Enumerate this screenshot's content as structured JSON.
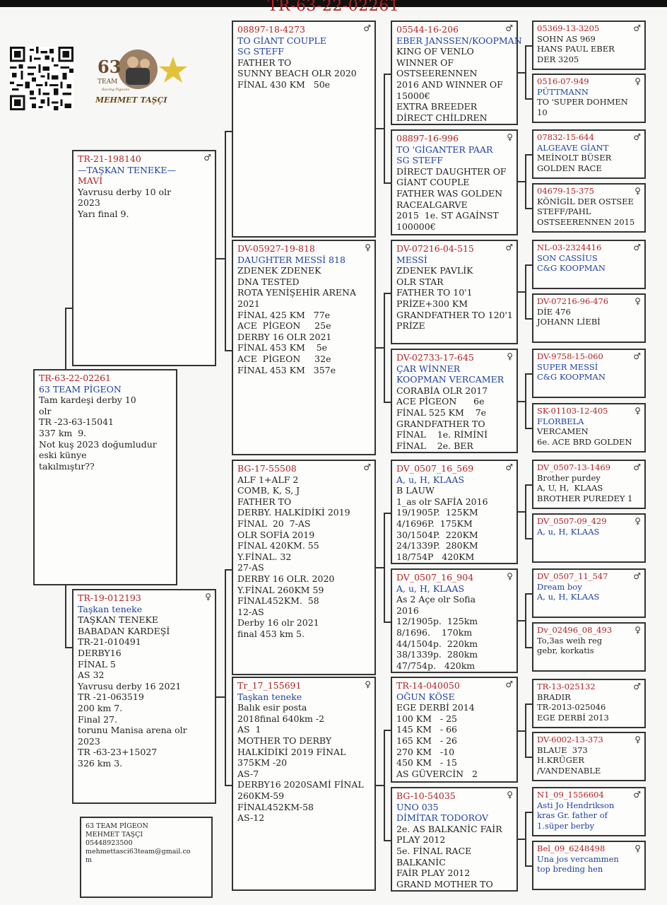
{
  "title": "TR-63-22-02261",
  "logo": {
    "number": "63",
    "team": "TEAM",
    "script": "Racing Pigeons",
    "owner": "MEHMET TAŞÇI"
  },
  "contact": [
    "63 TEAM PİGEON",
    "MEHMET TAŞÇI",
    "05448923500",
    "mehmettasci63team@gmail.co",
    "m"
  ],
  "subject": {
    "ring": "TR-63-22-02261",
    "name": "63 TEAM PİGEON",
    "lines": [
      "Tam kardeşi derby 10",
      "olr",
      "TR -23-63-15041",
      "337 km  9.",
      "Not kuş 2023 doğumludur",
      "eski künye",
      "takılmıştır??"
    ]
  },
  "sire": {
    "ring": "TR-21-198140",
    "sex": "♂",
    "name": "—TAŞKAN TENEKE—",
    "lines": [
      "MAVİ",
      "Yavrusu derby 10 olr",
      "2023",
      "Yarı final 9."
    ]
  },
  "dam": {
    "ring": "TR-19-012193",
    "sex": "♀",
    "name": "Taşkan teneke",
    "lines": [
      "TAŞKAN TENEKE",
      "BABADAN KARDEŞİ",
      "TR-21-010491",
      "DERBY16",
      "FİNAL 5",
      "AS 32",
      "Yavrusu derby 16 2021",
      "TR -21-063519",
      "200 km 7.",
      "Final 27.",
      "torunu Manisa arena olr",
      "2023",
      "TR -63-23+15027",
      "326 km 3."
    ]
  },
  "gen3": [
    {
      "ring": "08897-18-4273",
      "sex": "♂",
      "name": "TO GİANT COUPLE",
      "name2": "SG STEFF",
      "lines": [
        "FATHER TO",
        "SUNNY BEACH OLR 2020",
        "FİNAL 430 KM   50e"
      ]
    },
    {
      "ring": "DV-05927-19-818",
      "sex": "♀",
      "name": "DAUGHTER MESSİ 818",
      "lines": [
        "ZDENEK ZDENEK",
        "DNA TESTED",
        "ROTA YENİŞEHİR ARENA",
        "2021",
        "FİNAL 425 KM   77e",
        "ACE  PİGEON     25e",
        "DERBY 16 OLR 2021",
        "FİNAL 453 KM    5e",
        "ACE  PİGEON     32e",
        "FİNAL 453 KM   357e"
      ]
    },
    {
      "ring": "BG-17-55508",
      "sex": "♂",
      "name": "",
      "lines": [
        "ALF 1+ALF 2",
        "COMB, K, S, J",
        "FATHER TO",
        "DERBY. HALKİDİKİ 2019",
        "FİNAL  20  7-AS",
        "OLR SOFİA 2019",
        "FİNAL 420KM. 55",
        "Y.FİNAL. 32",
        "27-AS",
        "DERBY 16 OLR. 2020",
        "Y.FİNAL 260KM 59",
        "FİNAL452KM.  58",
        "12-AS",
        "Derby 16 olr 2021",
        "final 453 km 5."
      ]
    },
    {
      "ring": "Tr_17_155691",
      "sex": "♀",
      "name": "Taşkan teneke",
      "lines": [
        "Balık esir posta",
        "2018final 640km -2",
        "AS  1",
        "MOTHER TO DERBY",
        "HALKİDİKİ 2019 FİNAL",
        "375KM -20",
        "AS-7",
        "DERBY16 2020SAMİ FİNAL",
        "260KM-59",
        "FİNAL452KM-58",
        "AS-12"
      ]
    }
  ],
  "gen4": [
    {
      "ring": "05544-16-206",
      "sex": "♂",
      "name": "EBER JANSSEN/KOOPMAN",
      "lines": [
        "KING OF VENLO",
        "WINNER OF",
        "OSTSEERENNEN",
        "2016 AND WINNER OF",
        "15000€",
        "EXTRA BREEDER",
        "DİRECT CHİLDREN"
      ]
    },
    {
      "ring": "08897-16-996",
      "sex": "♀",
      "name": "TO 'GİGANTER PAAR",
      "name2": "SG STEFF",
      "lines": [
        "DİRECT DAUGHTER OF",
        "GİANT COUPLE",
        "FATHER WAS GOLDEN",
        "RACEALGARVE",
        "2015  1e. ST AGAİNST",
        "100000€"
      ]
    },
    {
      "ring": "DV-07216-04-515",
      "sex": "♂",
      "name": "MESSİ",
      "lines": [
        "ZDENEK PAVLİK",
        "OLR STAR",
        "FATHER TO 10'1",
        "PRİZE+300 KM",
        "GRANDFATHER TO 120'1",
        "PRİZE"
      ]
    },
    {
      "ring": "DV-02733-17-645",
      "sex": "♀",
      "name": "ÇAR WİNNER",
      "name2": "KOOPMAN VERCAMER",
      "lines": [
        "CORABİA OLR 2017",
        "ACE PİGEON      6e",
        "FİNAL 525 KM    7e",
        "GRANDFATHER TO",
        "FİNAL    1e. RİMİNİ",
        "FİNAL    2e. BER"
      ]
    },
    {
      "ring": "DV_0507_16_569",
      "sex": "♂",
      "name": "A, u, H, KLAAS",
      "lines": [
        "B LAUW",
        "1_as olr SAFİA 2016",
        "19/1905P.  125KM",
        "4/1696P.  175KM",
        "30/1504P.  220KM",
        "24/1339P.  280KM",
        "18/754P   420KM"
      ]
    },
    {
      "ring": "DV_0507_16_904",
      "sex": "♀",
      "name": "A, u, H, KLAAS",
      "lines": [
        "As 2 Açe olr Sofia",
        "2016",
        "12/1905p.  125km",
        "8/1696.    170km",
        "44/1504p.  220km",
        "38/1339p.  280km",
        "47/754p.   420km"
      ]
    },
    {
      "ring": "TR-14-040050",
      "sex": "♂",
      "name": "OĞUN KÖSE",
      "lines": [
        "EGE DERBİ 2014",
        "100 KM   - 25",
        "145 KM   - 66",
        "165 KM   - 26",
        "270 KM   -10",
        "450 KM   - 15",
        "AS GÜVERCİN   2"
      ]
    },
    {
      "ring": "BG-10-54035",
      "sex": "♀",
      "name": "UNO 035",
      "name2": "DİMİTAR TODOROV",
      "lines": [
        "2e. AS BALKANİC FAİR",
        "PLAY 2012",
        "5e. FİNAL RACE",
        "BALKANİC",
        "FAİR PLAY 2012",
        "GRAND MOTHER TO"
      ]
    }
  ],
  "gen5": [
    {
      "ring": "05369-13-3205",
      "sex": "♂",
      "name": "",
      "lines": [
        "SOHN AS 969",
        "HANS PAUL EBER",
        "DER 3205"
      ]
    },
    {
      "ring": "0516-07-949",
      "sex": "♀",
      "name": "PÜTTMANN",
      "lines": [
        "TO 'SUPER DOHMEN",
        "10"
      ]
    },
    {
      "ring": "07832-15-644",
      "sex": "♂",
      "name": "ALGEAVE GİANT",
      "lines": [
        "MEİNOLT BÜSER",
        "GOLDEN RACE"
      ]
    },
    {
      "ring": "04679-15-375",
      "sex": "♀",
      "name": "",
      "lines": [
        "KÖNİGİL DER OSTSEE",
        "STEFF/PAHL",
        "OSTSEERENNEN 2015"
      ]
    },
    {
      "ring": "NL-03-2324416",
      "sex": "♂",
      "name": "SON CASSİUS",
      "name2": "C&G KOOPMAN",
      "lines": []
    },
    {
      "ring": "DV-07216-96-476",
      "sex": "♀",
      "name": "",
      "lines": [
        "DİE 476",
        "JOHANN LİEBİ"
      ]
    },
    {
      "ring": "DV-9758-15-060",
      "sex": "♂",
      "name": "SUPER MESSİ",
      "name2": "C&G KOOPMAN",
      "lines": []
    },
    {
      "ring": "SK-01103-12-405",
      "sex": "♀",
      "name": "FLORBELA",
      "lines": [
        "VERCAMEN",
        "6e. ACE BRD GOLDEN"
      ]
    },
    {
      "ring": "DV_0507-13-1469",
      "sex": "♂",
      "name": "",
      "lines": [
        "Brother purdey",
        "A, U, H,  KLAAS",
        "BROTHER PUREDEY 1"
      ]
    },
    {
      "ring": "DV_0507-09_429",
      "sex": "♀",
      "name": "A, u, H, KLAAS",
      "lines": []
    },
    {
      "ring": "DV_0507_11_547",
      "sex": "♂",
      "name": "Dream boy",
      "name2": "A, u, H, KLAAS",
      "lines": []
    },
    {
      "ring": "Dv_02496_08_493",
      "sex": "♀",
      "name": "",
      "lines": [
        "To,3as weih reg",
        "gebr, korkatis"
      ]
    },
    {
      "ring": "TR-13-025132",
      "sex": "♂",
      "name": "",
      "lines": [
        "BRADIR",
        "TR-2013-025046",
        "EGE DERBİ 2013"
      ]
    },
    {
      "ring": "DV-6002-13-373",
      "sex": "♀",
      "name": "",
      "lines": [
        "BLAUE  373",
        "H.KRÜGER",
        "/VANDENABLE"
      ]
    },
    {
      "ring": "N1_09_1556604",
      "sex": "♂",
      "name": "Asti Jo Hendrikson",
      "name2": "kras Gr. father of",
      "name3": "1.süper berby",
      "lines": []
    },
    {
      "ring": "Bel_09_6248498",
      "sex": "♀",
      "name": "Una jos vercammen",
      "name2": "top breding hen",
      "lines": []
    }
  ]
}
